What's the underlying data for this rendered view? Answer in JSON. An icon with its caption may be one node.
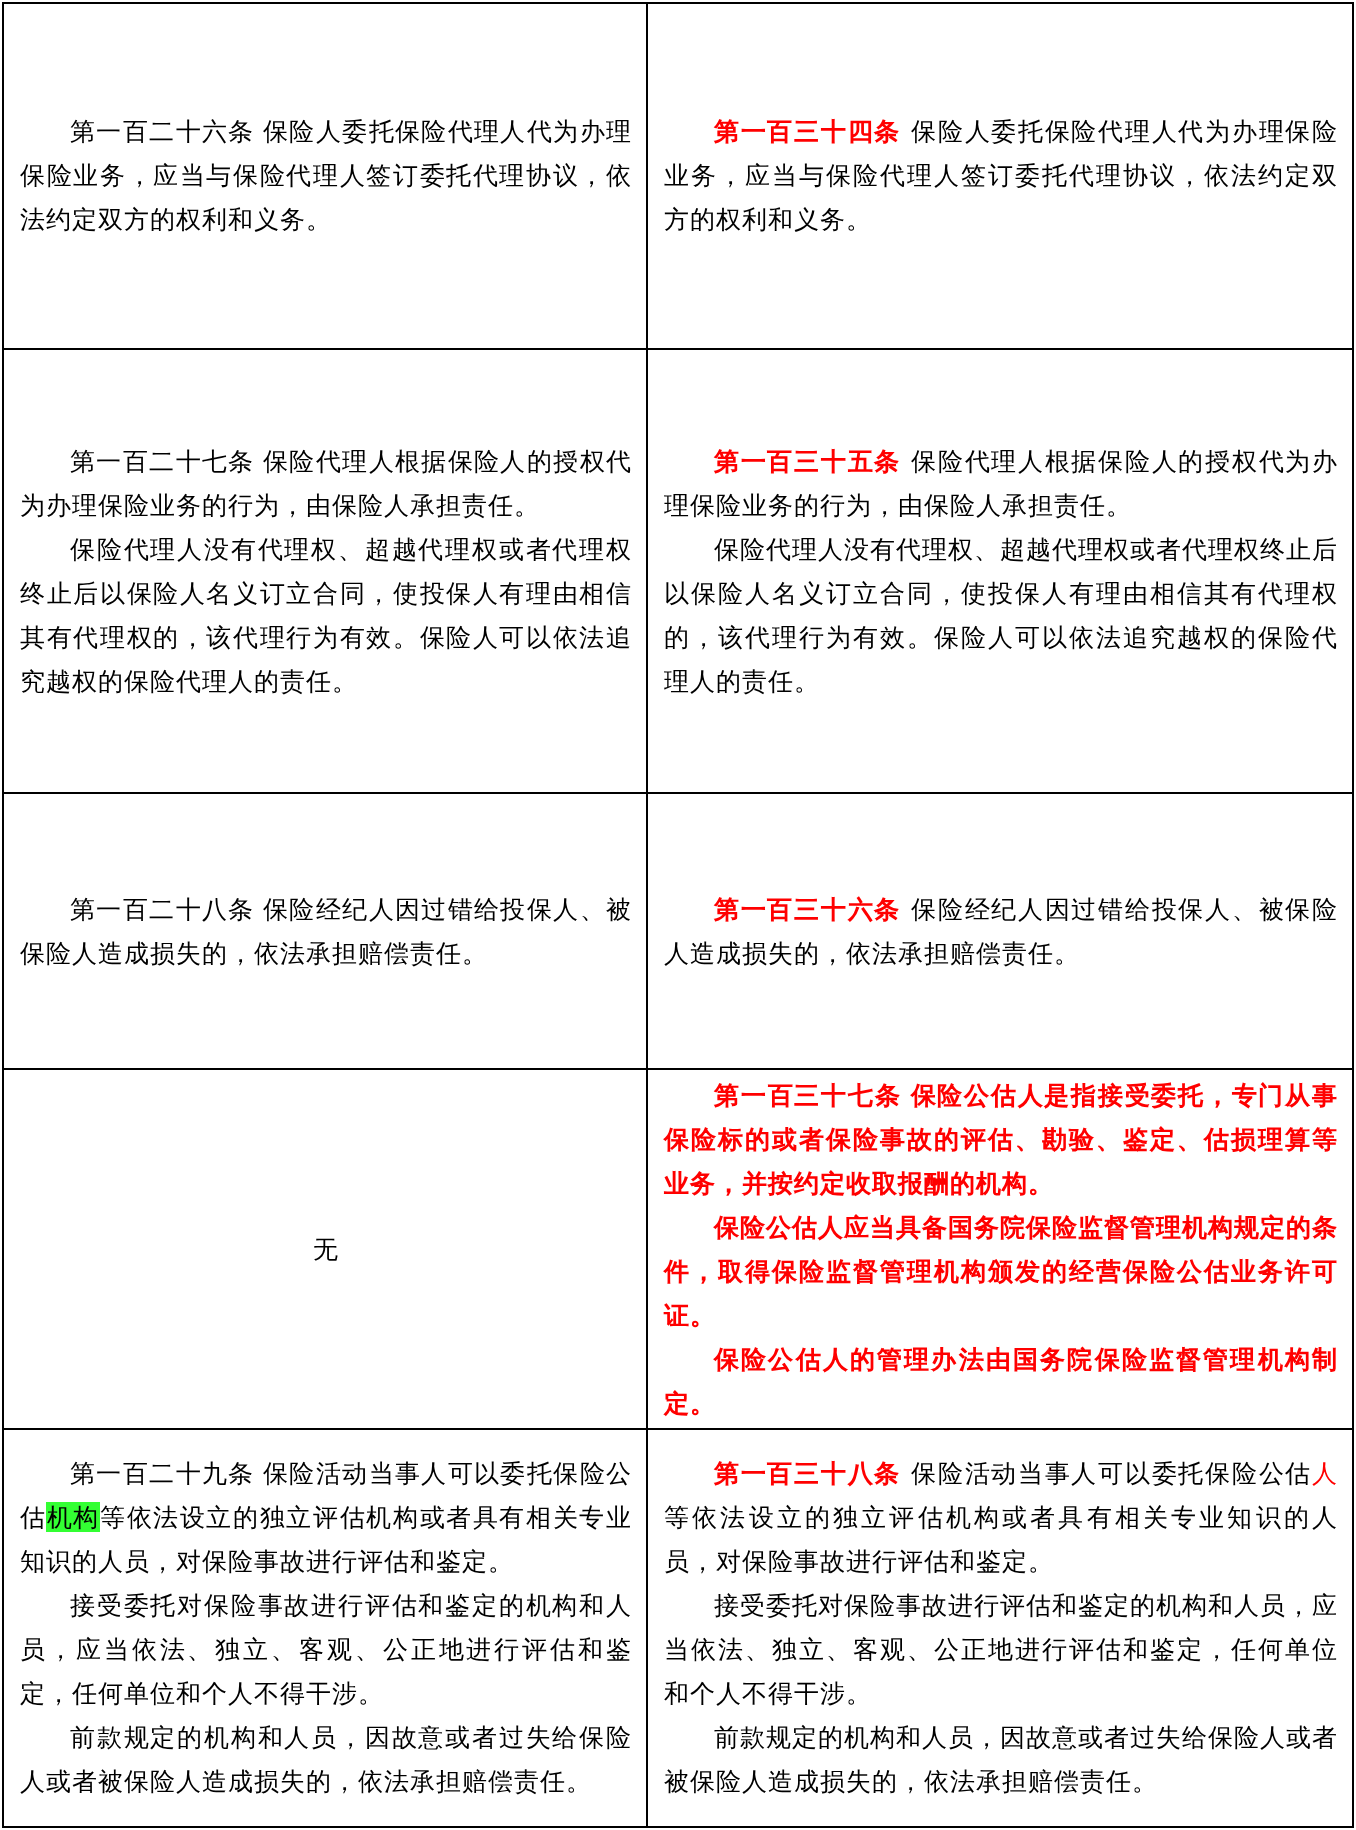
{
  "diagram": {
    "labels": [
      "第一百二十六条 保险人委托保险代理人代为办理保险业务，应当与保险代理人签订委托代理协议，依法约定双方的权利和义务。",
      "第一百三十四条",
      "保险人委托保险代理人代为办理保险业务，应当与保险代理人签订委托代理协议，依法约定双方的权利和义务。",
      "第一百二十七条 保险代理人根据保险人的授权代为办理保险业务的行为，由保险人承担责任。",
      "保险代理人没有代理权、超越代理权或者代理权终止后以保险人名义订立合同，使投保人有理由相信其有代理权的，该代理行为有效。保险人可以依法追究越权的保险代理人的责任。",
      "第一百三十五条",
      "保险代理人根据保险人的授权代为办理保险业务的行为，由保险人承担责任。",
      "保险代理人没有代理权、超越代理权或者代理权终止后以保险人名义订立合同，使投保人有理由相信其有代理权的，该代理行为有效。保险人可以依法追究越权的保险代理人的责任。",
      "第一百二十八条 保险经纪人因过错给投保人、被保险人造成损失的，依法承担赔偿责任。",
      "第一百三十六条",
      "保险经纪人因过错给投保人、被保险人造成损失的，依法承担赔偿责任。",
      "无",
      "第一百三十七条 保险公估人是指接受委托，专门从事保险标的或者保险事故的评估、勘验、鉴定、估损理算等业务，并按约定收取报酬的机构。",
      "保险公估人应当具备国务院保险监督管理机构规定的条件，取得保险监督管理机构颁发的经营保险公估业务许可证。",
      "保险公估人的管理办法由国务院保险监督管理机构制定。",
      "第一百二十九条 保险活动当事人可以委托保险公估",
      "机构",
      "等依法设立的独立评估机构或者具有相关专业知识的人员，对保险事故进行评估和鉴定。",
      "接受委托对保险事故进行评估和鉴定的机构和人员，应当依法、独立、客观、公正地进行评估和鉴定，任何单位和个人不得干涉。",
      "前款规定的机构和人员，因故意或者过失给保险人或者被保险人造成损失的，依法承担赔偿责任。",
      "第一百三十八条",
      "保险活动当事人可以委托保险公估",
      "人",
      "等依法设立的独立评估机构或者具有相关专业知识的人员，对保险事故进行评估和鉴定。",
      "接受委托对保险事故进行评估和鉴定的机构和人员，应当依法、独立、客观、公正地进行评估和鉴定，任何单位和个人不得干涉。",
      "前款规定的机构和人员，因故意或者过失给保险人或者被保险人造成损失的，依法承担赔偿责任。"
    ]
  }
}
